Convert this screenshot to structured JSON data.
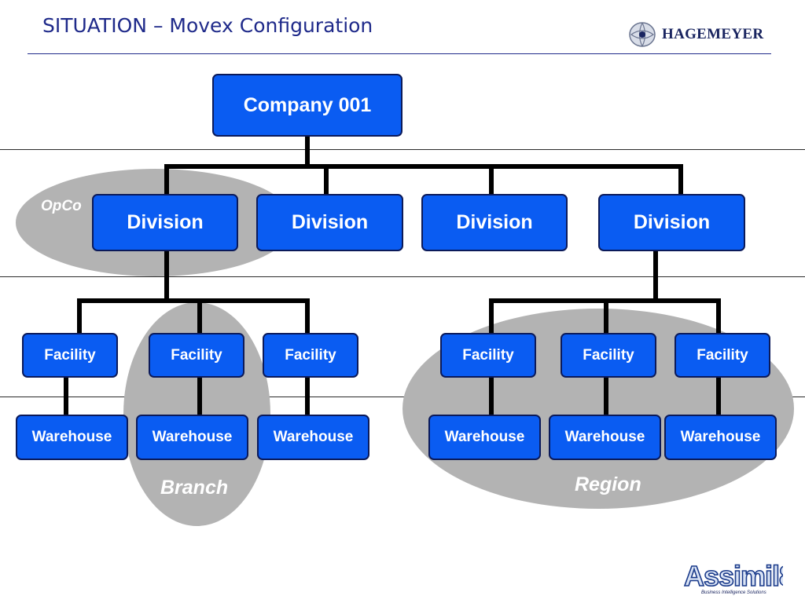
{
  "slide": {
    "title": "SITUATION – Movex Configuration"
  },
  "logos": {
    "top_right_text": "HAGEMEYER",
    "bottom_right_text": "Assimil8",
    "bottom_right_tagline": "Business Intelligence Solutions"
  },
  "groups": {
    "opco": "OpCo",
    "branch": "Branch",
    "region": "Region"
  },
  "nodes": {
    "company": "Company 001",
    "divisions": [
      "Division",
      "Division",
      "Division",
      "Division"
    ],
    "facilities": [
      "Facility",
      "Facility",
      "Facility",
      "Facility",
      "Facility",
      "Facility"
    ],
    "warehouses": [
      "Warehouse",
      "Warehouse",
      "Warehouse",
      "Warehouse",
      "Warehouse",
      "Warehouse"
    ]
  },
  "colors": {
    "node_fill": "#0a5cf2",
    "node_border": "#0b1a5a",
    "group_fill": "#b3b3b3",
    "title": "#1f2a8a"
  }
}
